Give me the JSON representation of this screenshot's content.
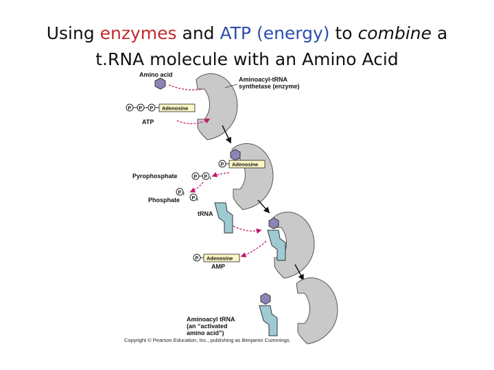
{
  "title": {
    "line1_p1": "Using ",
    "line1_enzymes": "enzymes",
    "line1_p2": " and ",
    "line1_atp": "ATP (energy)",
    "line1_p3": " to ",
    "line1_combine": "combine",
    "line1_p4": " a",
    "line2": "t.RNA molecule with an Amino Acid"
  },
  "labels": {
    "amino_acid": "Amino acid",
    "enzyme_line1": "Aminoacyl-tRNA",
    "enzyme_line2": "synthetase (enzyme)",
    "phosphate_symbol": "P",
    "adenosine": "Adenosine",
    "atp": "ATP",
    "pyrophosphate": "Pyrophosphate",
    "phosphate": "Phosphate",
    "subscript_i": "i",
    "trna": "tRNA",
    "amp": "AMP",
    "product_line1": "Aminoacyl tRNA",
    "product_line2": "(an “activated",
    "product_line3": "amino acid”)",
    "copyright": "Copyright © Pearson Education, Inc., publishing as Benjamin Cummings."
  },
  "colors": {
    "enzyme": "#c9c9c9",
    "amino_acid": "#8f83b5",
    "trna": "#9ecad2",
    "adenosine_box": "#fbf6c4",
    "arrow_pink": "#c2186b",
    "title_red": "#c0282e",
    "title_blue": "#2c4da8"
  }
}
